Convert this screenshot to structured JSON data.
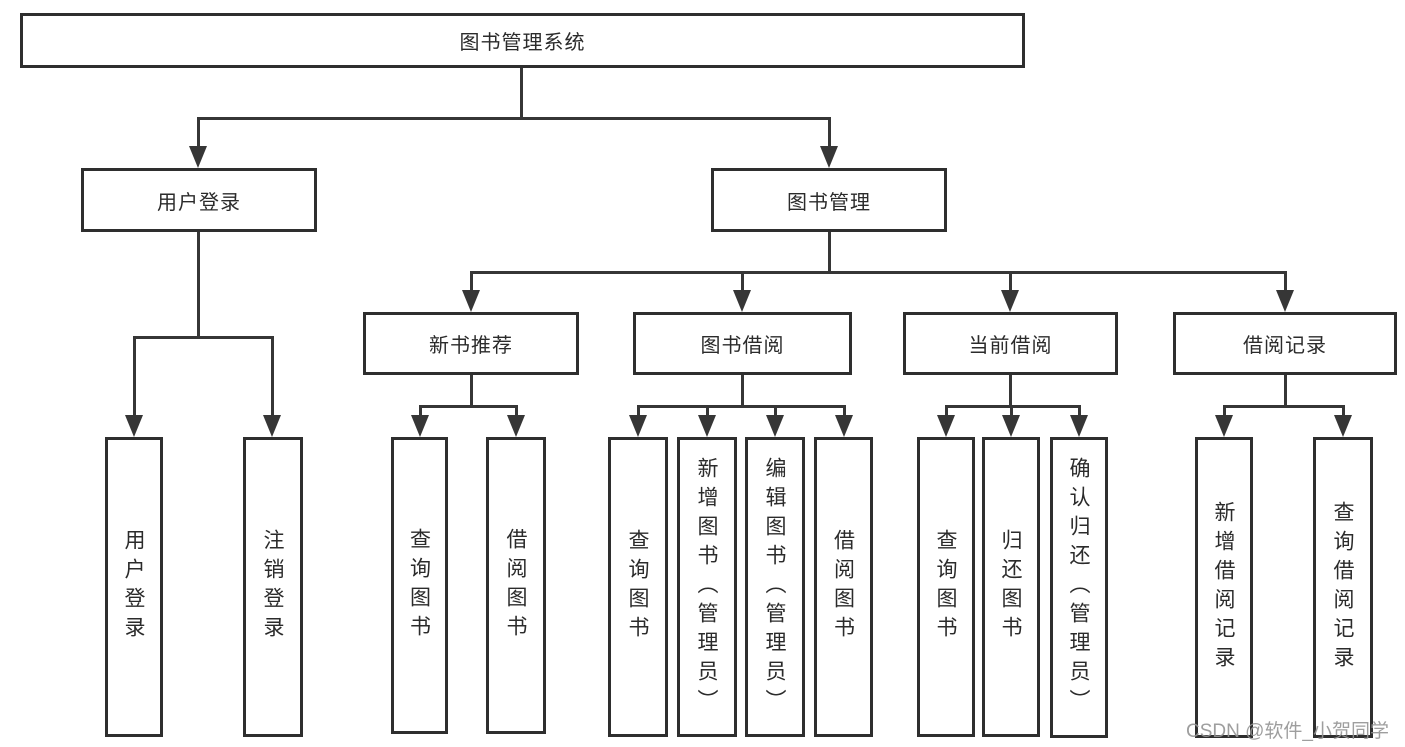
{
  "tree": {
    "root": {
      "label": "图书管理系统"
    },
    "branches": {
      "user": {
        "label": "用户登录",
        "children": [
          {
            "label": "用户登录"
          },
          {
            "label": "注销登录"
          }
        ]
      },
      "mgmt": {
        "label": "图书管理",
        "groups": [
          {
            "label": "新书推荐",
            "children": [
              {
                "label": "查询图书"
              },
              {
                "label": "借阅图书"
              }
            ]
          },
          {
            "label": "图书借阅",
            "children": [
              {
                "label": "查询图书"
              },
              {
                "label": "新增图书（管理员）"
              },
              {
                "label": "编辑图书（管理员）"
              },
              {
                "label": "借阅图书"
              }
            ]
          },
          {
            "label": "当前借阅",
            "children": [
              {
                "label": "查询图书"
              },
              {
                "label": "归还图书"
              },
              {
                "label": "确认归还（管理员）"
              }
            ]
          },
          {
            "label": "借阅记录",
            "children": [
              {
                "label": "新增借阅记录"
              },
              {
                "label": "查询借阅记录"
              }
            ]
          }
        ]
      }
    }
  },
  "watermark": {
    "text": "CSDN @软件_小贺同学",
    "color": "#949494"
  },
  "colors": {
    "background": "#ffffff",
    "box_border": "#2e2e2e",
    "line": "#363636",
    "text": "#2b2b2b"
  }
}
